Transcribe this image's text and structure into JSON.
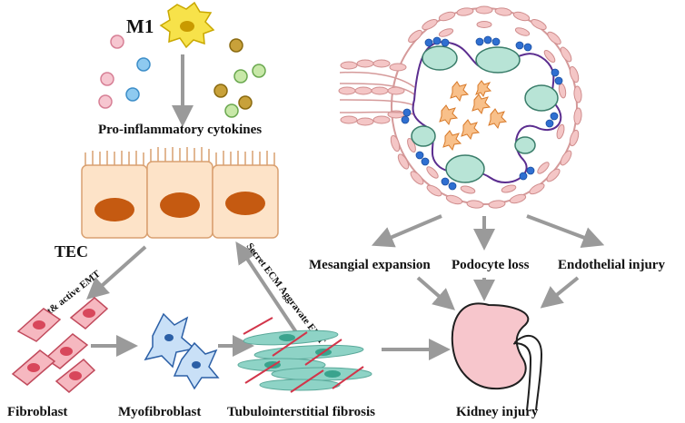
{
  "diagram": {
    "m1_label": "M1",
    "cytokines_label": "Pro-inflammatory cytokines",
    "tec_label": "TEC",
    "recruit_label": "Recruit& active EMT",
    "secret_label": "Secret ECM Aggravate EMT",
    "mesangial_label": "Mesangial expansion",
    "podocyte_label": "Podocyte loss",
    "endothelial_label": "Endothelial injury",
    "fibroblast_label": "Fibroblast",
    "myofibroblast_label": "Myofibroblast",
    "fibrosis_label": "Tubulointerstitial fibrosis",
    "kidney_label": "Kidney injury"
  }
}
